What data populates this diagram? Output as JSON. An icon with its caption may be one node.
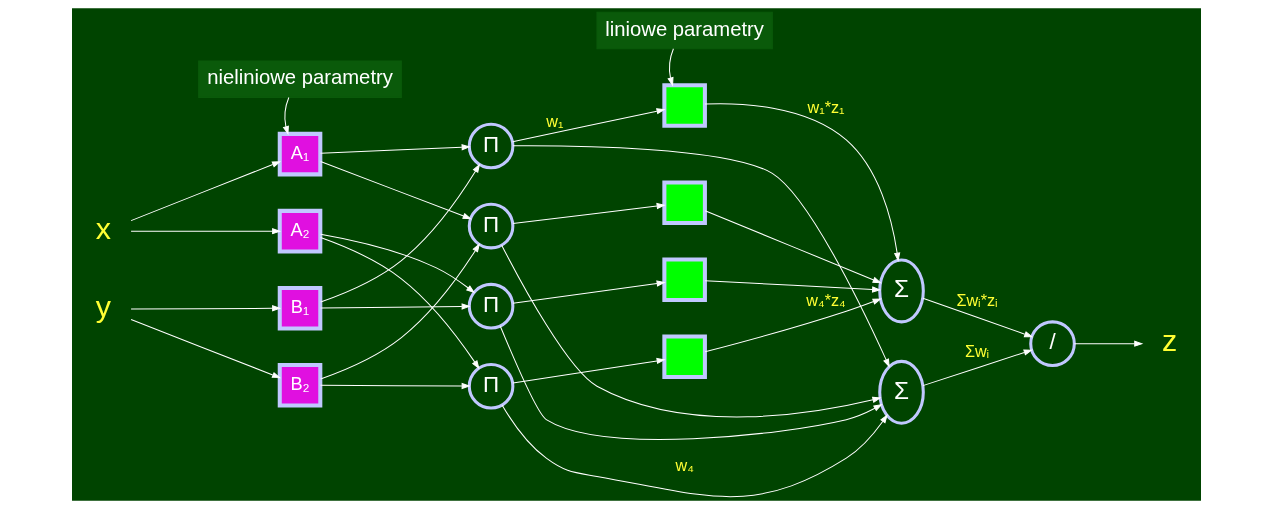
{
  "diagram": {
    "nodes": [
      {
        "text": [
          "x"
        ]
      },
      {
        "text": [
          "y"
        ]
      },
      {
        "text": [
          "A₁"
        ]
      },
      {
        "text": [
          "A₂"
        ]
      },
      {
        "text": [
          "B₁"
        ]
      },
      {
        "text": [
          "B₂"
        ]
      },
      {
        "text": [
          "Π"
        ]
      },
      {
        "text": [
          "Π"
        ]
      },
      {
        "text": [
          "Π"
        ]
      },
      {
        "text": [
          "Π"
        ]
      },
      {
        "text": [],
        "shape": "box"
      },
      {
        "text": [],
        "shape": "box"
      },
      {
        "text": [],
        "shape": "box"
      },
      {
        "text": [],
        "shape": "box"
      },
      {
        "text": [
          "Σ"
        ]
      },
      {
        "text": [
          "Σ"
        ]
      },
      {
        "text": [
          "/"
        ]
      },
      {
        "text": [
          "z"
        ]
      },
      {
        "text": [
          "nieliniowe parametry"
        ]
      },
      {
        "text": [
          "liniowe parametry"
        ]
      }
    ],
    "edges": [
      {
        "from": 0,
        "to": 2,
        "arrow": "to"
      },
      {
        "from": 0,
        "to": 3,
        "arrow": "to"
      },
      {
        "from": 1,
        "to": 4,
        "arrow": "to"
      },
      {
        "from": 1,
        "to": 5,
        "arrow": "to"
      },
      {
        "from": 2,
        "to": 6,
        "arrow": "to"
      },
      {
        "from": 2,
        "to": 7,
        "arrow": "to"
      },
      {
        "from": 3,
        "to": 8,
        "arrow": "to"
      },
      {
        "from": 3,
        "to": 9,
        "arrow": "to"
      },
      {
        "from": 4,
        "to": 6,
        "arrow": "to"
      },
      {
        "from": 4,
        "to": 8,
        "arrow": "to"
      },
      {
        "from": 5,
        "to": 7,
        "arrow": "to"
      },
      {
        "from": 5,
        "to": 9,
        "arrow": "to"
      },
      {
        "from": 6,
        "to": 10,
        "arrow": "to",
        "label": "w₁"
      },
      {
        "from": 7,
        "to": 11,
        "arrow": "to"
      },
      {
        "from": 8,
        "to": 12,
        "arrow": "to"
      },
      {
        "from": 9,
        "to": 13,
        "arrow": "to"
      },
      {
        "from": 6,
        "to": 15,
        "arrow": "to"
      },
      {
        "from": 7,
        "to": 15,
        "arrow": "to"
      },
      {
        "from": 8,
        "to": 15,
        "arrow": "to"
      },
      {
        "from": 9,
        "to": 15,
        "arrow": "to",
        "label": "w₄"
      },
      {
        "from": 10,
        "to": 14,
        "arrow": "to",
        "label": "w₁*z₁"
      },
      {
        "from": 11,
        "to": 14,
        "arrow": "to"
      },
      {
        "from": 12,
        "to": 14,
        "arrow": "to"
      },
      {
        "from": 13,
        "to": 14,
        "arrow": "to",
        "label": "w₄*z₄"
      },
      {
        "from": 14,
        "to": 16,
        "arrow": "to",
        "label": "Σwᵢ*zᵢ"
      },
      {
        "from": 15,
        "to": 16,
        "arrow": "to",
        "label": "Σwᵢ"
      },
      {
        "from": 16,
        "to": 17,
        "arrow": "to"
      },
      {
        "from": 18,
        "to": 2,
        "arrow": "to"
      },
      {
        "from": 19,
        "to": 10,
        "arrow": "to"
      }
    ]
  }
}
